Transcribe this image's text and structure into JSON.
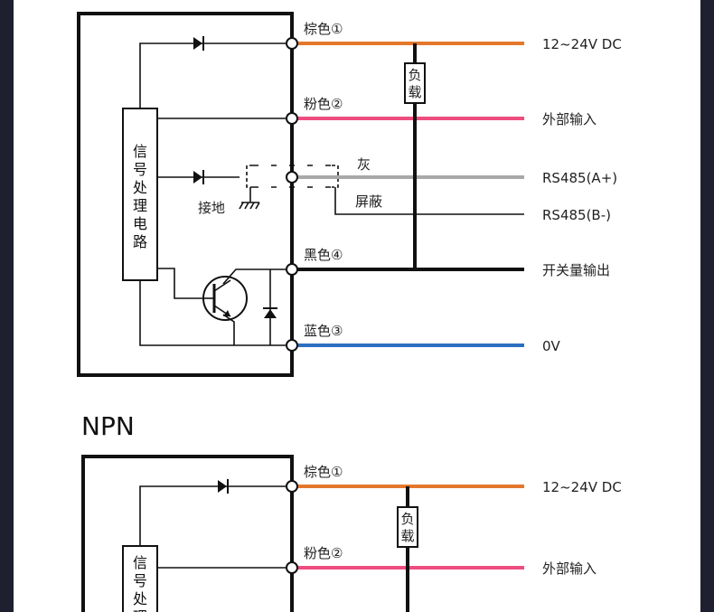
{
  "colors": {
    "brown": "#e3782c",
    "pink": "#ee4d80",
    "gray": "#a8a8a8",
    "black": "#111111",
    "blue": "#2a6fc0",
    "frame_side": "#1e2030"
  },
  "upper": {
    "wires": {
      "brown": "棕色①",
      "pink": "粉色②",
      "gray": "灰",
      "shield": "屏蔽",
      "black": "黑色④",
      "blue": "蓝色③"
    },
    "outputs": {
      "brown": "12~24V  DC",
      "pink": "外部输入",
      "gray": "RS485(A+)",
      "shield": "RS485(B-)",
      "black": "开关量输出",
      "blue": "0V"
    },
    "load": [
      "负",
      "载"
    ],
    "processor": [
      "信",
      "号",
      "处",
      "理",
      "电",
      "路"
    ],
    "ground": "接地"
  },
  "lower": {
    "title": "NPN",
    "wires": {
      "brown": "棕色①",
      "pink": "粉色②"
    },
    "outputs": {
      "brown": "12~24V  DC",
      "pink": "外部输入"
    },
    "load": [
      "负",
      "载"
    ],
    "processor": [
      "信",
      "号",
      "处",
      "理"
    ]
  }
}
